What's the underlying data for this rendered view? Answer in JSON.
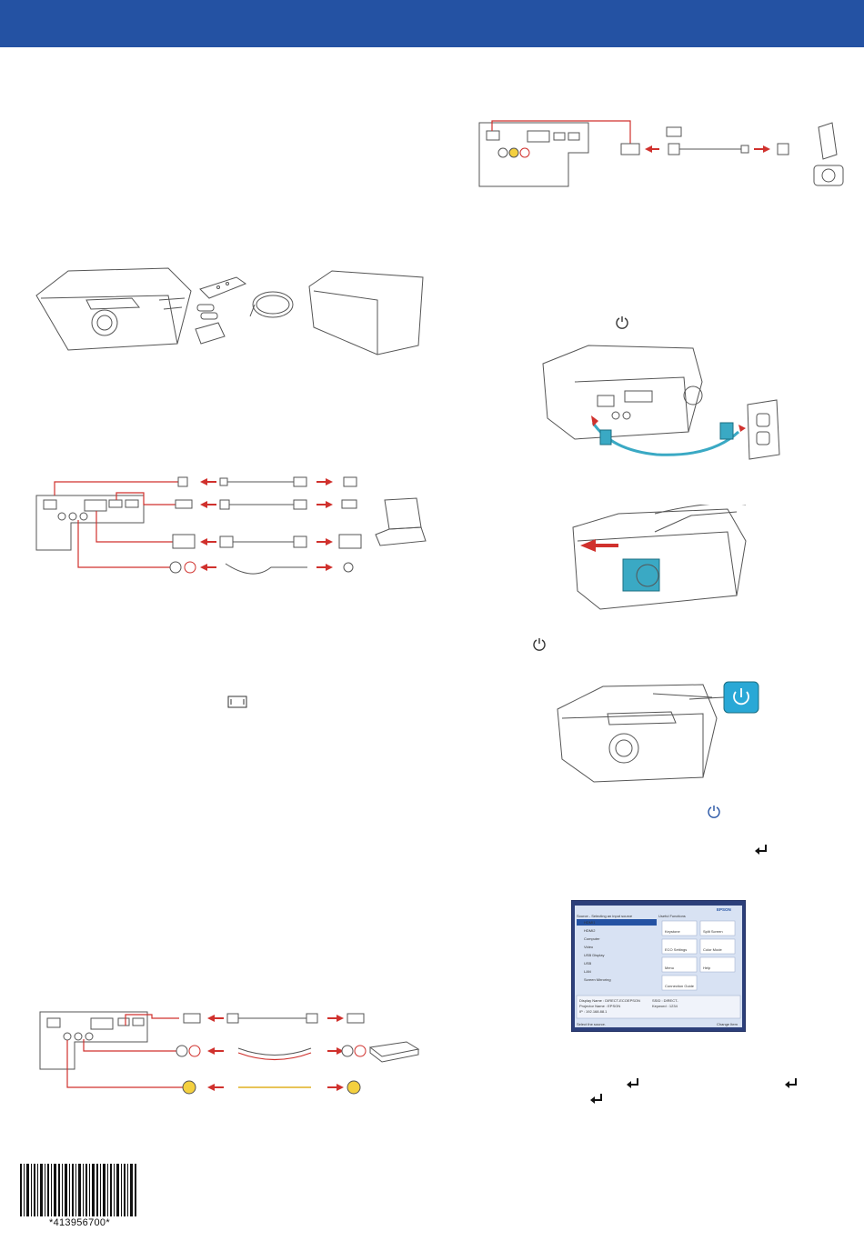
{
  "colors": {
    "banner": "#2452a3",
    "accent_red": "#d0312d",
    "cable_blue": "#3aa9c4",
    "power_button": "#29a8d6"
  },
  "barcode": {
    "number": "*413956700*"
  },
  "home_screen": {
    "brand": "EPSON",
    "left_header": "Source - Selecting an input source",
    "right_header": "Useful Functions",
    "sources": [
      "HDMI1",
      "HDMI2",
      "Computer",
      "Video",
      "USB Display",
      "USB",
      "LAN",
      "Screen Mirroring"
    ],
    "tiles": [
      "Keystone",
      "Split Screen",
      "ECO Settings",
      "Color Mode",
      "Menu",
      "Help",
      "Connection Guide"
    ],
    "info": [
      "Display Name : DIRECT-ECOEPSON",
      "SSID : DIRECT-",
      "Projector Name : EPSON",
      "Keyword : 1234",
      "IP : 192.168.88.1"
    ],
    "footer_left": "Select the source.",
    "footer_right": "Change Item"
  },
  "icons": [
    "power-icon",
    "aspect-icon",
    "enter-icon",
    "usb-icon",
    "camera-icon",
    "laptop-icon",
    "media-player-icon",
    "wall-outlet-icon",
    "projector-icon",
    "remote-control-icon",
    "batteries-icon",
    "cable-icon",
    "carrying-case-icon"
  ]
}
